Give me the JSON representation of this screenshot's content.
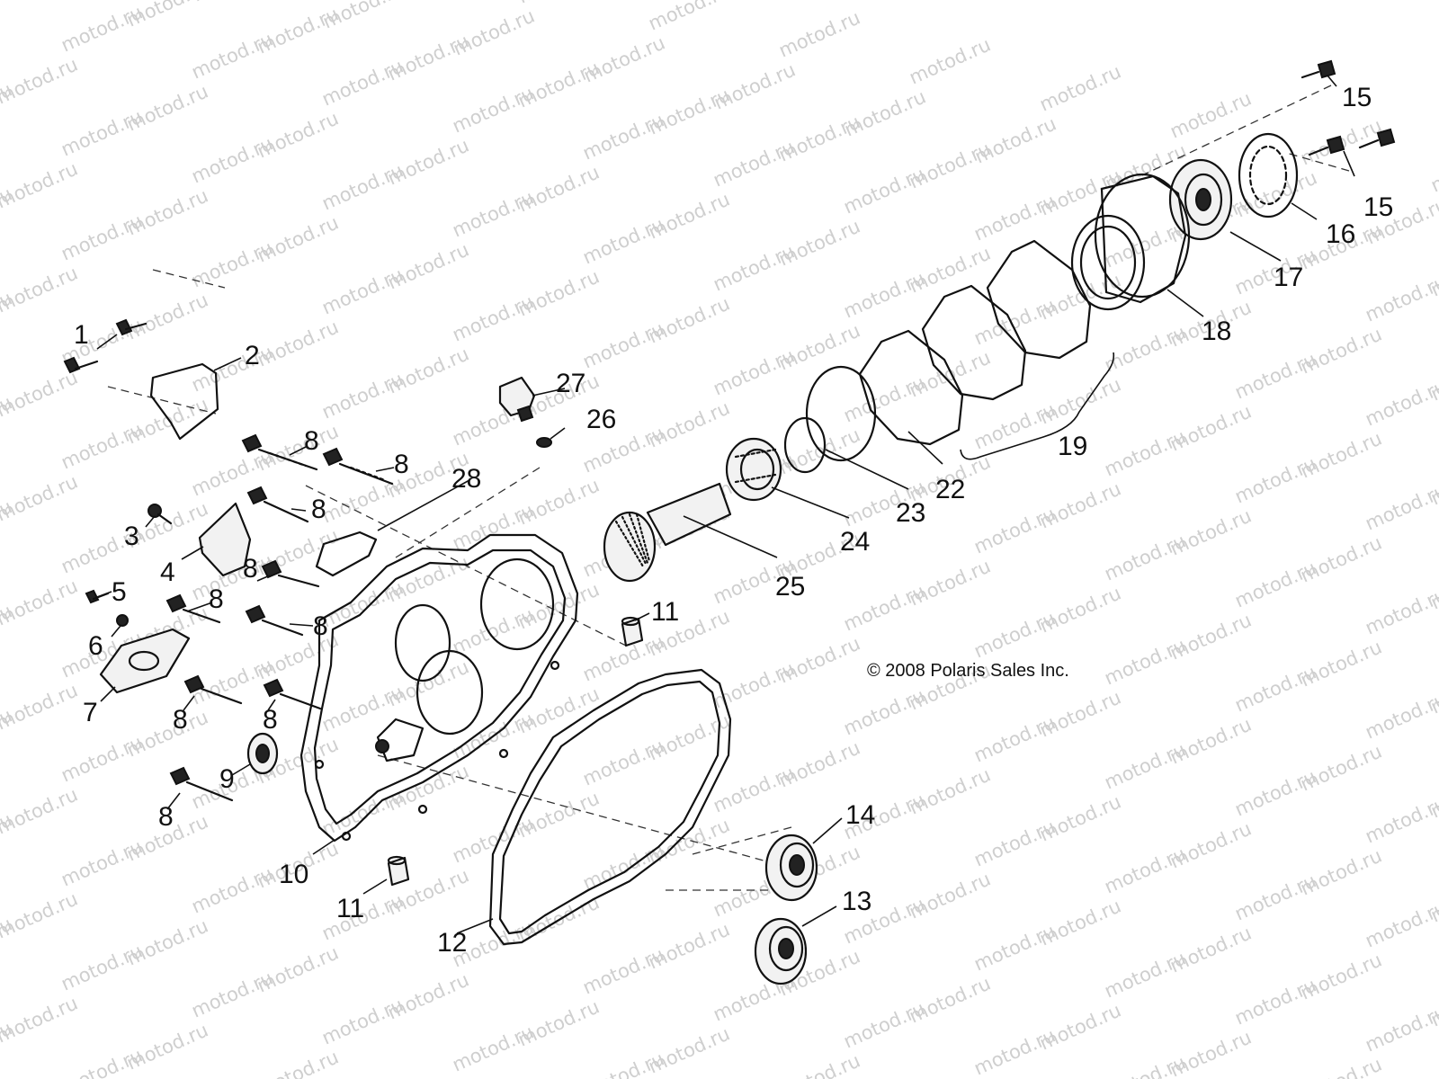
{
  "watermark": {
    "text": "motod.ru"
  },
  "copyright": "© 2008 Polaris Sales Inc.",
  "callouts": [
    {
      "id": "c1",
      "label": "1"
    },
    {
      "id": "c2",
      "label": "2"
    },
    {
      "id": "c3",
      "label": "3"
    },
    {
      "id": "c4",
      "label": "4"
    },
    {
      "id": "c5",
      "label": "5"
    },
    {
      "id": "c6",
      "label": "6"
    },
    {
      "id": "c7",
      "label": "7"
    },
    {
      "id": "c8a",
      "label": "8"
    },
    {
      "id": "c8b",
      "label": "8"
    },
    {
      "id": "c8c",
      "label": "8"
    },
    {
      "id": "c8d",
      "label": "8"
    },
    {
      "id": "c8e",
      "label": "8"
    },
    {
      "id": "c8f",
      "label": "8"
    },
    {
      "id": "c8g",
      "label": "8"
    },
    {
      "id": "c8h",
      "label": "8"
    },
    {
      "id": "c8i",
      "label": "8"
    },
    {
      "id": "c9",
      "label": "9"
    },
    {
      "id": "c10",
      "label": "10"
    },
    {
      "id": "c11a",
      "label": "11"
    },
    {
      "id": "c11b",
      "label": "11"
    },
    {
      "id": "c12",
      "label": "12"
    },
    {
      "id": "c13",
      "label": "13"
    },
    {
      "id": "c14",
      "label": "14"
    },
    {
      "id": "c15a",
      "label": "15"
    },
    {
      "id": "c15b",
      "label": "15"
    },
    {
      "id": "c16",
      "label": "16"
    },
    {
      "id": "c17",
      "label": "17"
    },
    {
      "id": "c18",
      "label": "18"
    },
    {
      "id": "c19",
      "label": "19"
    },
    {
      "id": "c22",
      "label": "22"
    },
    {
      "id": "c23",
      "label": "23"
    },
    {
      "id": "c24",
      "label": "24"
    },
    {
      "id": "c25",
      "label": "25"
    },
    {
      "id": "c26",
      "label": "26"
    },
    {
      "id": "c27",
      "label": "27"
    },
    {
      "id": "c28",
      "label": "28"
    }
  ]
}
